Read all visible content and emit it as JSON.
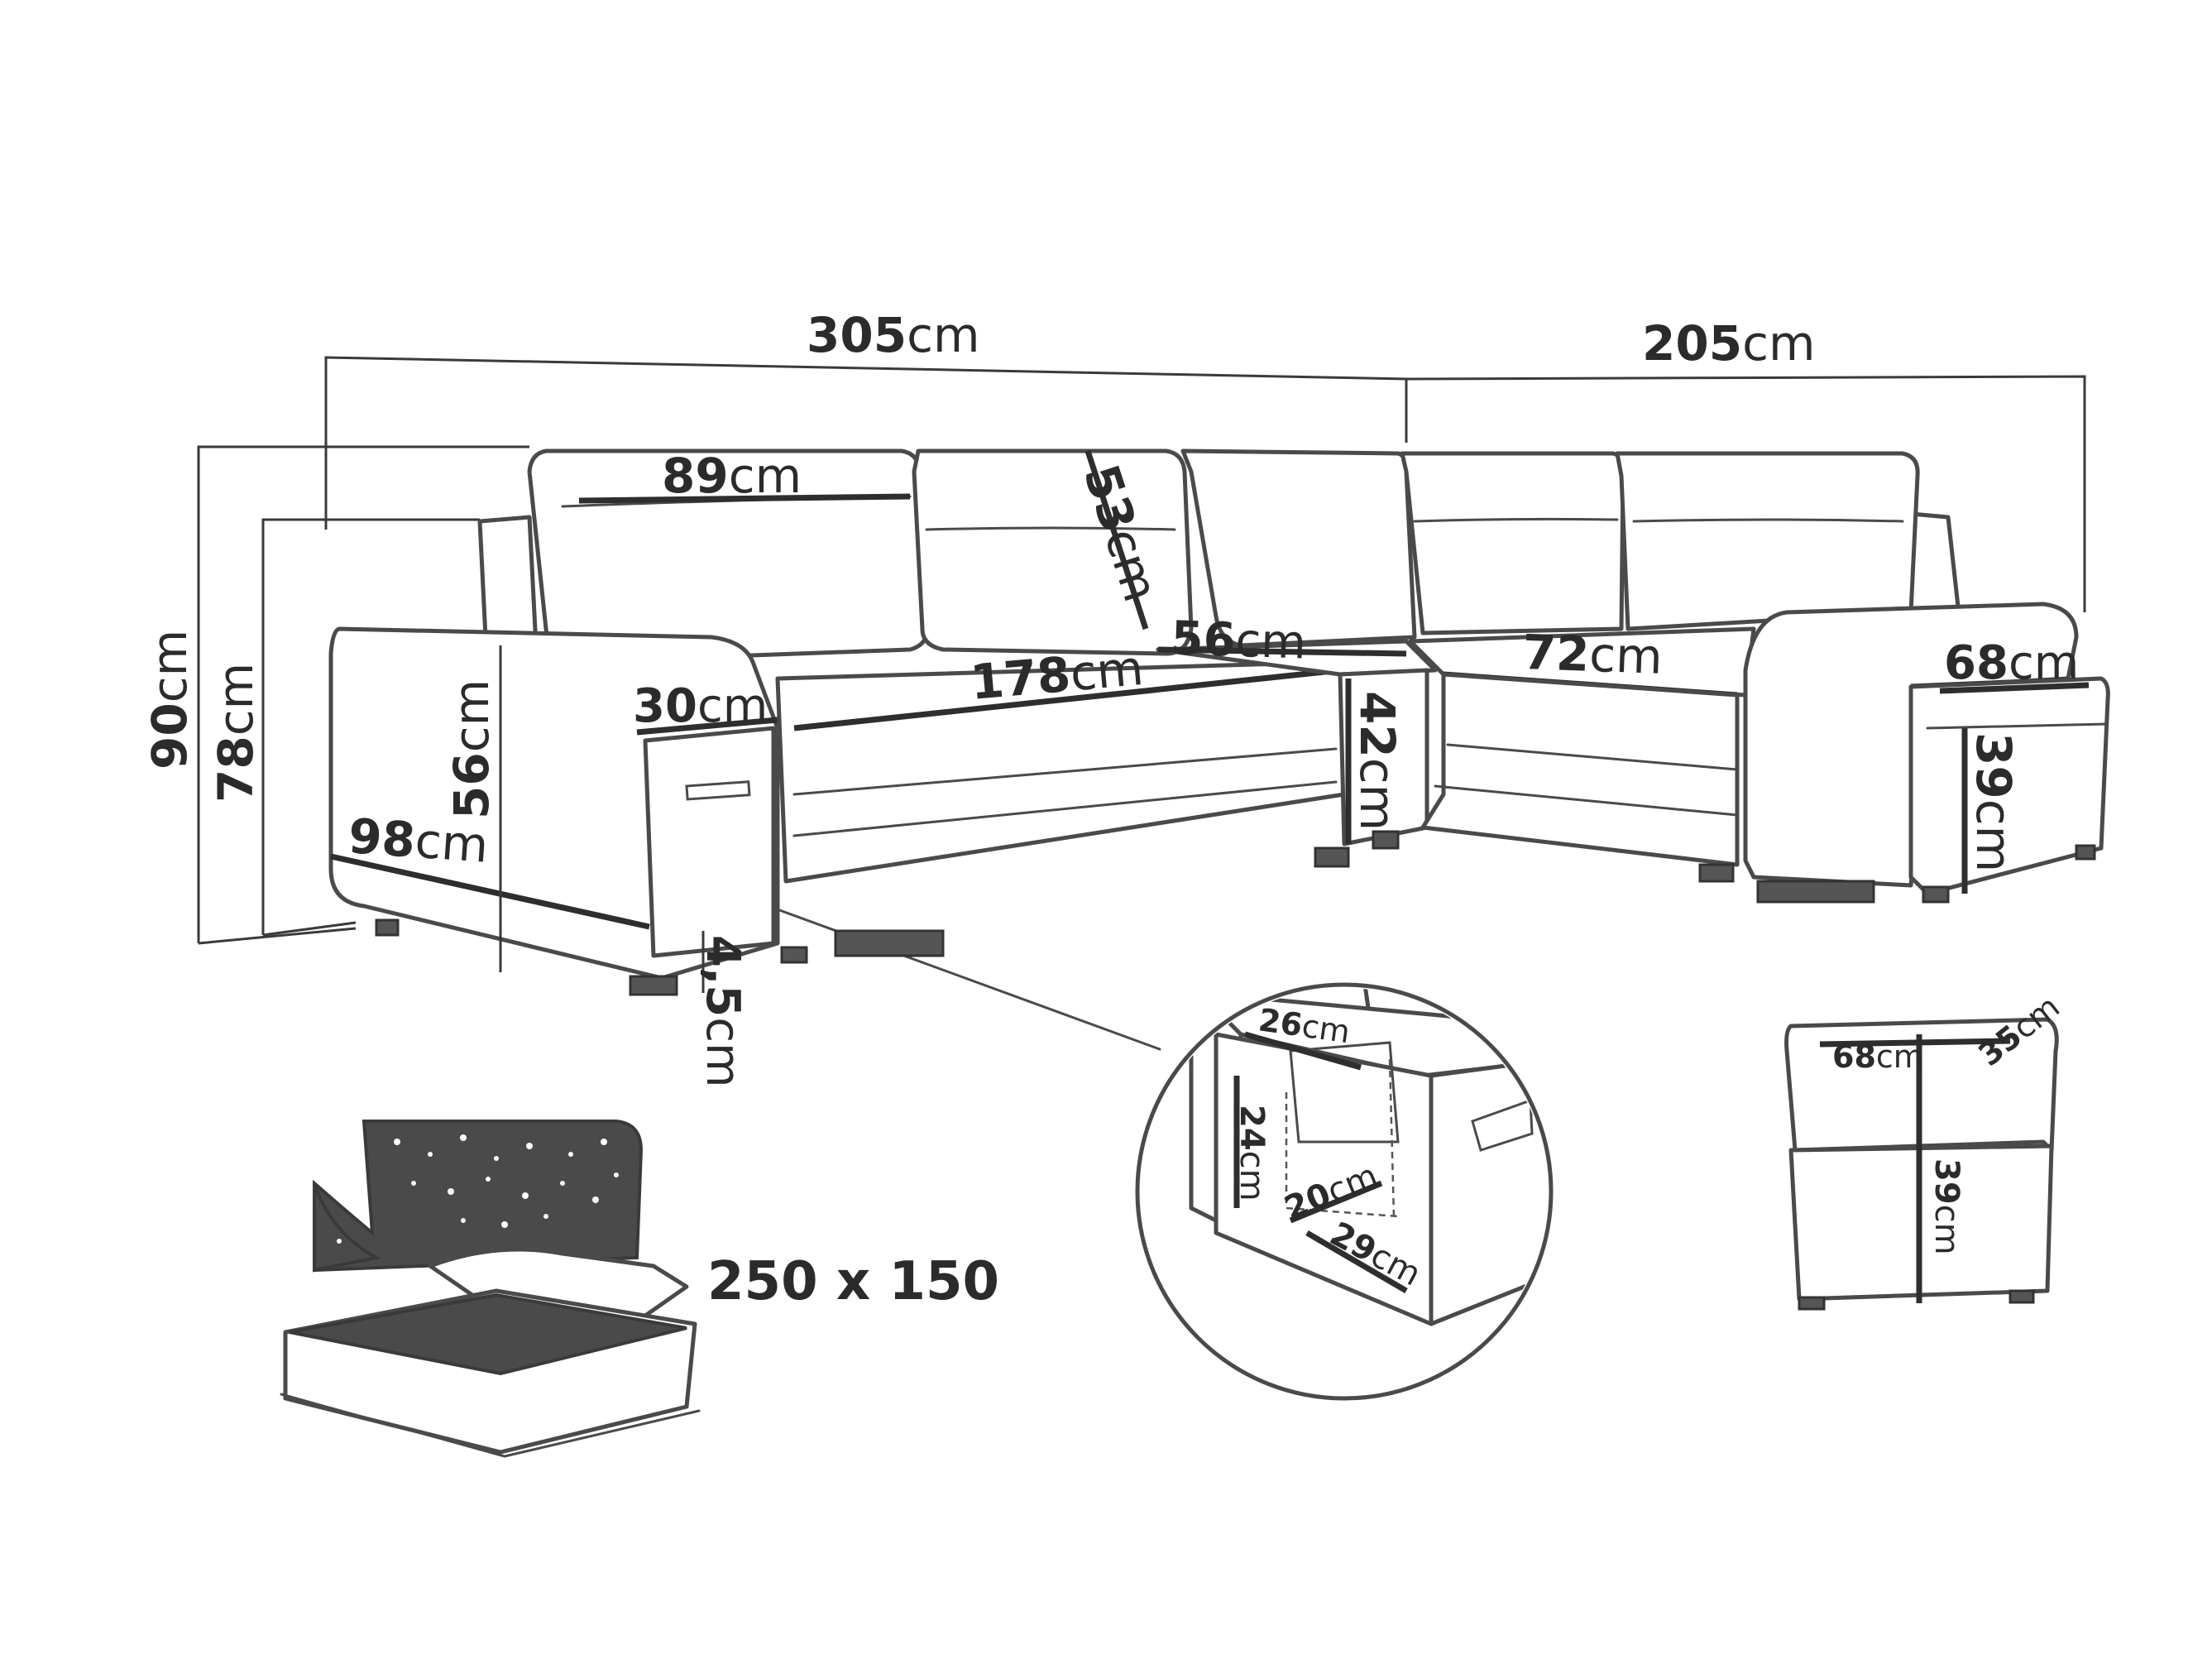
{
  "diagram": {
    "labels": [
      {
        "id": "overall-length",
        "value": "305",
        "unit": "cm"
      },
      {
        "id": "side-length",
        "value": "205",
        "unit": "cm"
      },
      {
        "id": "back-cushion-width",
        "value": "89",
        "unit": "cm"
      },
      {
        "id": "back-cushion-height",
        "value": "53",
        "unit": "cm"
      },
      {
        "id": "total-height",
        "value": "90",
        "unit": "cm"
      },
      {
        "id": "backrest-height",
        "value": "78",
        "unit": "cm"
      },
      {
        "id": "corner-depth",
        "value": "56",
        "unit": "cm"
      },
      {
        "id": "seat-width",
        "value": "178",
        "unit": "cm"
      },
      {
        "id": "seat-depth-side",
        "value": "72",
        "unit": "cm"
      },
      {
        "id": "armrest-width",
        "value": "30",
        "unit": "cm"
      },
      {
        "id": "armrest-height",
        "value": "56",
        "unit": "cm"
      },
      {
        "id": "seat-height",
        "value": "42",
        "unit": "cm"
      },
      {
        "id": "sofa-depth",
        "value": "98",
        "unit": "cm"
      },
      {
        "id": "leg-height",
        "value": "4,5",
        "unit": "cm"
      },
      {
        "id": "pouf-side-width",
        "value": "68",
        "unit": "cm"
      },
      {
        "id": "pouf-side-height",
        "value": "39",
        "unit": "cm"
      }
    ],
    "storage_detail": [
      {
        "id": "shelf-depth",
        "value": "26",
        "unit": "cm"
      },
      {
        "id": "shelf-height",
        "value": "24",
        "unit": "cm"
      },
      {
        "id": "inner-width",
        "value": "20",
        "unit": "cm"
      },
      {
        "id": "inner-depth",
        "value": "29",
        "unit": "cm"
      }
    ],
    "pouf": [
      {
        "id": "pouf-width",
        "value": "68",
        "unit": "cm"
      },
      {
        "id": "pouf-depth",
        "value": "35",
        "unit": "cm"
      },
      {
        "id": "pouf-height",
        "value": "39",
        "unit": "cm"
      }
    ],
    "sleeping_area": "250 x 150",
    "colors": {
      "line": "#4a4a4a",
      "text": "#2b2b2b",
      "dark_fill": "#4a4a4a"
    }
  }
}
